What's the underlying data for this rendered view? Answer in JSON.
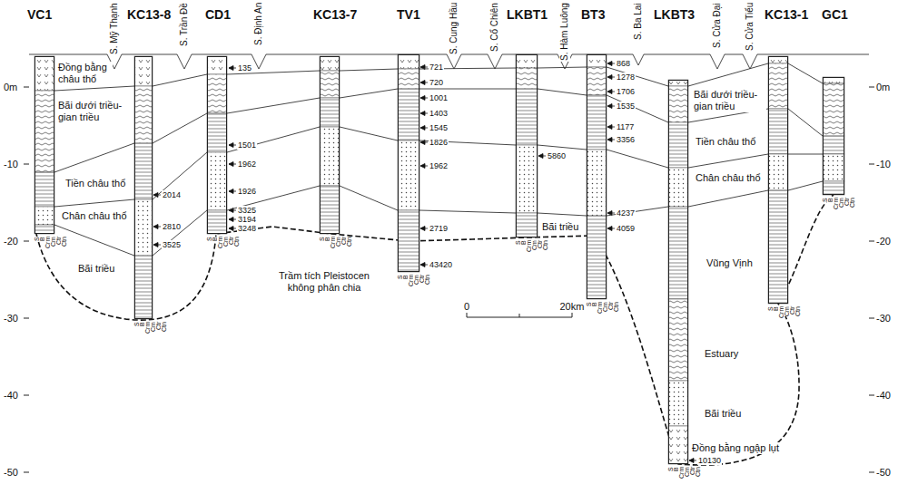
{
  "diagram": {
    "nodes": [
      {
        "text": [
          "VC1"
        ]
      },
      {
        "text": [
          "KC13-8"
        ]
      },
      {
        "text": [
          "CD1"
        ]
      },
      {
        "text": [
          "KC13-7"
        ]
      },
      {
        "text": [
          "TV1"
        ]
      },
      {
        "text": [
          "LKBT1"
        ]
      },
      {
        "text": [
          "BT3"
        ]
      },
      {
        "text": [
          "LKBT3"
        ]
      },
      {
        "text": [
          "KC13-1"
        ]
      },
      {
        "text": [
          "GC1"
        ]
      }
    ],
    "edges": [
      {
        "from": 0,
        "to": 1,
        "arrow": "none"
      },
      {
        "from": 1,
        "to": 2,
        "arrow": "none"
      },
      {
        "from": 2,
        "to": 3,
        "arrow": "none"
      },
      {
        "from": 3,
        "to": 4,
        "arrow": "none"
      },
      {
        "from": 4,
        "to": 5,
        "arrow": "none"
      },
      {
        "from": 5,
        "to": 6,
        "arrow": "none"
      },
      {
        "from": 6,
        "to": 7,
        "arrow": "none"
      },
      {
        "from": 7,
        "to": 8,
        "arrow": "none"
      },
      {
        "from": 8,
        "to": 9,
        "arrow": "none"
      },
      {
        "from": 0,
        "to": 1,
        "arrow": "none"
      },
      {
        "from": 1,
        "to": 2,
        "arrow": "none"
      },
      {
        "from": 2,
        "to": 3,
        "arrow": "none"
      },
      {
        "from": 3,
        "to": 4,
        "arrow": "none"
      },
      {
        "from": 4,
        "to": 5,
        "arrow": "none"
      },
      {
        "from": 5,
        "to": 6,
        "arrow": "none"
      },
      {
        "from": 6,
        "to": 7,
        "arrow": "none"
      },
      {
        "from": 7,
        "to": 8,
        "arrow": "none"
      },
      {
        "from": 8,
        "to": 9,
        "arrow": "none"
      },
      {
        "from": 0,
        "to": 1,
        "arrow": "none"
      },
      {
        "from": 1,
        "to": 2,
        "arrow": "none"
      },
      {
        "from": 2,
        "to": 3,
        "arrow": "none"
      },
      {
        "from": 3,
        "to": 4,
        "arrow": "none"
      },
      {
        "from": 4,
        "to": 5,
        "arrow": "none"
      },
      {
        "from": 5,
        "to": 6,
        "arrow": "none"
      },
      {
        "from": 6,
        "to": 7,
        "arrow": "none"
      },
      {
        "from": 7,
        "to": 8,
        "arrow": "none"
      },
      {
        "from": 8,
        "to": 9,
        "arrow": "none"
      },
      {
        "from": 0,
        "to": 1,
        "arrow": "none"
      },
      {
        "from": 1,
        "to": 2,
        "arrow": "none"
      },
      {
        "from": 2,
        "to": 3,
        "arrow": "none"
      },
      {
        "from": 3,
        "to": 4,
        "arrow": "none"
      },
      {
        "from": 4,
        "to": 5,
        "arrow": "none"
      },
      {
        "from": 5,
        "to": 6,
        "arrow": "none"
      },
      {
        "from": 6,
        "to": 7,
        "arrow": "none"
      },
      {
        "from": 7,
        "to": 8,
        "arrow": "none"
      },
      {
        "from": 8,
        "to": 9,
        "arrow": "none"
      }
    ],
    "labels": [
      "S. Mỹ Thạnh",
      "S. Trần Đề",
      "S. Định An",
      "S. Cung Hầu",
      "S. Cổ Chiên",
      "S. Hàm Luông",
      "S. Ba Lai",
      "S. Cửa Đại",
      "S. Cửa Tiểu",
      "0m",
      "-10",
      "-20",
      "-30",
      "-40",
      "-50",
      "0m",
      "-10",
      "-20",
      "-30",
      "-40",
      "-50",
      "Đồng bằng châu thổ",
      "Bãi dưới triều-gian triều",
      "Tiền châu thổ",
      "Chân châu thổ",
      "Bãi triều",
      "Trầm tích Pleistocen không phân chia",
      "Bãi triều",
      "Bãi dưới triều-gian triều",
      "Tiền châu thổ",
      "Chân châu thổ",
      "Vũng Vịnh",
      "Estuary",
      "Bãi triều",
      "Đồng bằng ngập lụt",
      "0",
      "20km",
      "135",
      "1501",
      "1962",
      "1926",
      "3325",
      "3194",
      "3248",
      "2014",
      "2810",
      "3525",
      "721",
      "720",
      "1001",
      "1403",
      "1545",
      "1826",
      "1962",
      "2719",
      "43420",
      "5860",
      "868",
      "1278",
      "1706",
      "1535",
      "1177",
      "3356",
      "4237",
      "4059",
      "10130",
      "S",
      "B",
      "Crm",
      "Cm",
      "Ctr",
      "Ctn",
      "S",
      "B",
      "Crm",
      "Cm",
      "Ctr",
      "Ctn",
      "S",
      "B",
      "Crm",
      "Cm",
      "Ctr",
      "Ctn",
      "S",
      "B",
      "Crm",
      "Cm",
      "Ctr",
      "Ctn",
      "S",
      "B",
      "Crm",
      "Cm",
      "Ctr",
      "Ctn",
      "S",
      "B",
      "Crm",
      "Cm",
      "Ctr",
      "Ctn",
      "S",
      "B",
      "Crm",
      "Cm",
      "Ctr",
      "Ctn",
      "S",
      "B",
      "Crm",
      "Cm",
      "Ctr",
      "Ctn",
      "S",
      "B",
      "Crm",
      "Cm",
      "Ctr",
      "Ctn",
      "S",
      "B",
      "Crm",
      "Cm",
      "Ctr",
      "Ctn"
    ]
  }
}
